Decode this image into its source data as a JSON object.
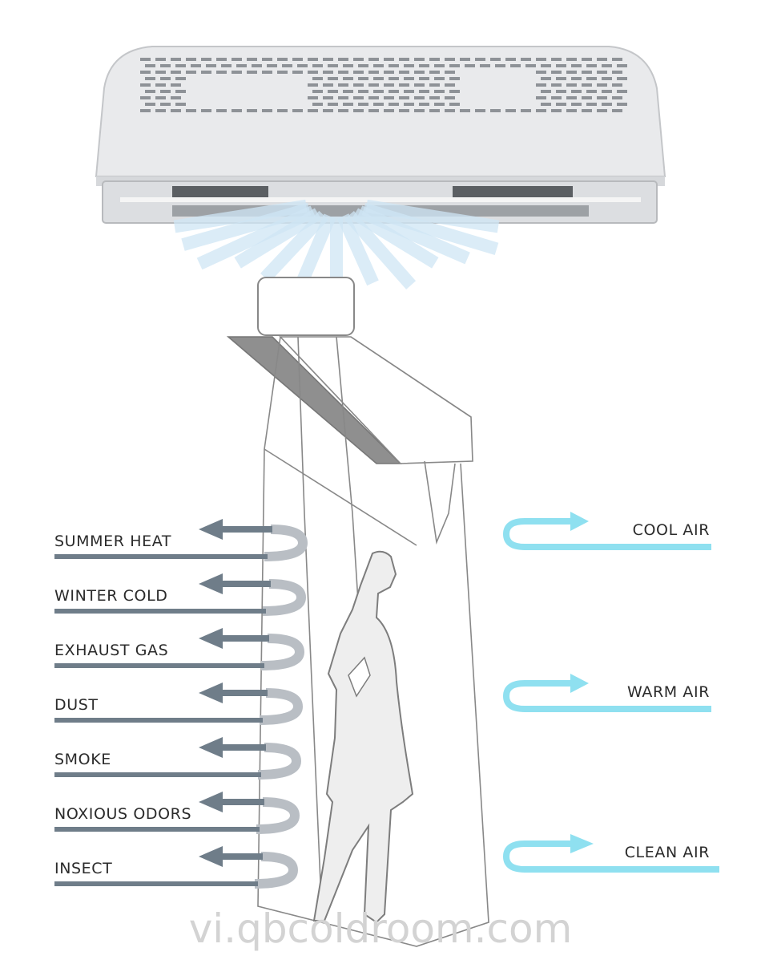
{
  "blocked_items": [
    {
      "label": "SUMMER HEAT"
    },
    {
      "label": "WINTER COLD"
    },
    {
      "label": "EXHAUST GAS"
    },
    {
      "label": "DUST"
    },
    {
      "label": "SMOKE"
    },
    {
      "label": "NOXIOUS ODORS"
    },
    {
      "label": "INSECT"
    }
  ],
  "flow_items": [
    {
      "label": "COOL AIR"
    },
    {
      "label": "WARM AIR"
    },
    {
      "label": "CLEAN AIR"
    }
  ],
  "watermark": "vi.qbcoldroom.com",
  "colors": {
    "blocked_arrow": "#6f7d89",
    "blocked_loop": "#b9bec4",
    "flow_arrow": "#8fe0f0",
    "airstream": "#cfe6f5",
    "unit_body": "#e7e8ea",
    "outline": "#7d7d7d"
  }
}
